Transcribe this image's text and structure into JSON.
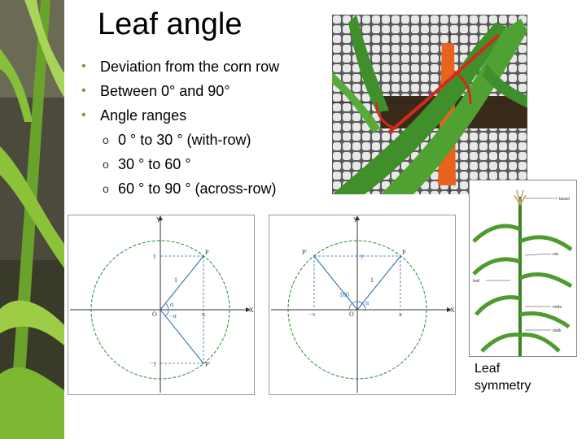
{
  "slide": {
    "title": "Leaf angle",
    "bullets": [
      {
        "level": 1,
        "text": "Deviation from the corn row"
      },
      {
        "level": 1,
        "text": "Between 0° and 90°"
      },
      {
        "level": 1,
        "text": "Angle ranges"
      },
      {
        "level": 2,
        "text": "0 ° to 30 ° (with-row)"
      },
      {
        "level": 2,
        "text": "30 ° to 60 °"
      },
      {
        "level": 2,
        "text": "60 ° to 90 ° (across-row)"
      }
    ],
    "caption": [
      "Leaf",
      "symmetry"
    ]
  },
  "diagram1": {
    "x": "x",
    "y": "y",
    "X": "X",
    "Y": "Y",
    "O": "O",
    "one": "1",
    "P": "P",
    "P_prime": "P'",
    "alpha": "α",
    "neg_alpha": "−α",
    "neg_y": "−y"
  },
  "diagram2": {
    "x": "x",
    "y": "y",
    "X": "X",
    "Y": "Y",
    "O": "O",
    "one": "1",
    "P": "P",
    "P_prime": "P'",
    "alpha": "α",
    "neg_x": "−x",
    "deg180": "180"
  },
  "plant_labels": {
    "tassel": "tassel",
    "ear": "ear",
    "leaf": "leaf",
    "node": "node",
    "stalk": "stalk"
  },
  "colors": {
    "bullet": "#6a9a3a",
    "circle": "#2e8b2e",
    "guide": "#2b6cb0",
    "leaf_line": "#d42a1a",
    "corn": "#3f8f2a"
  }
}
